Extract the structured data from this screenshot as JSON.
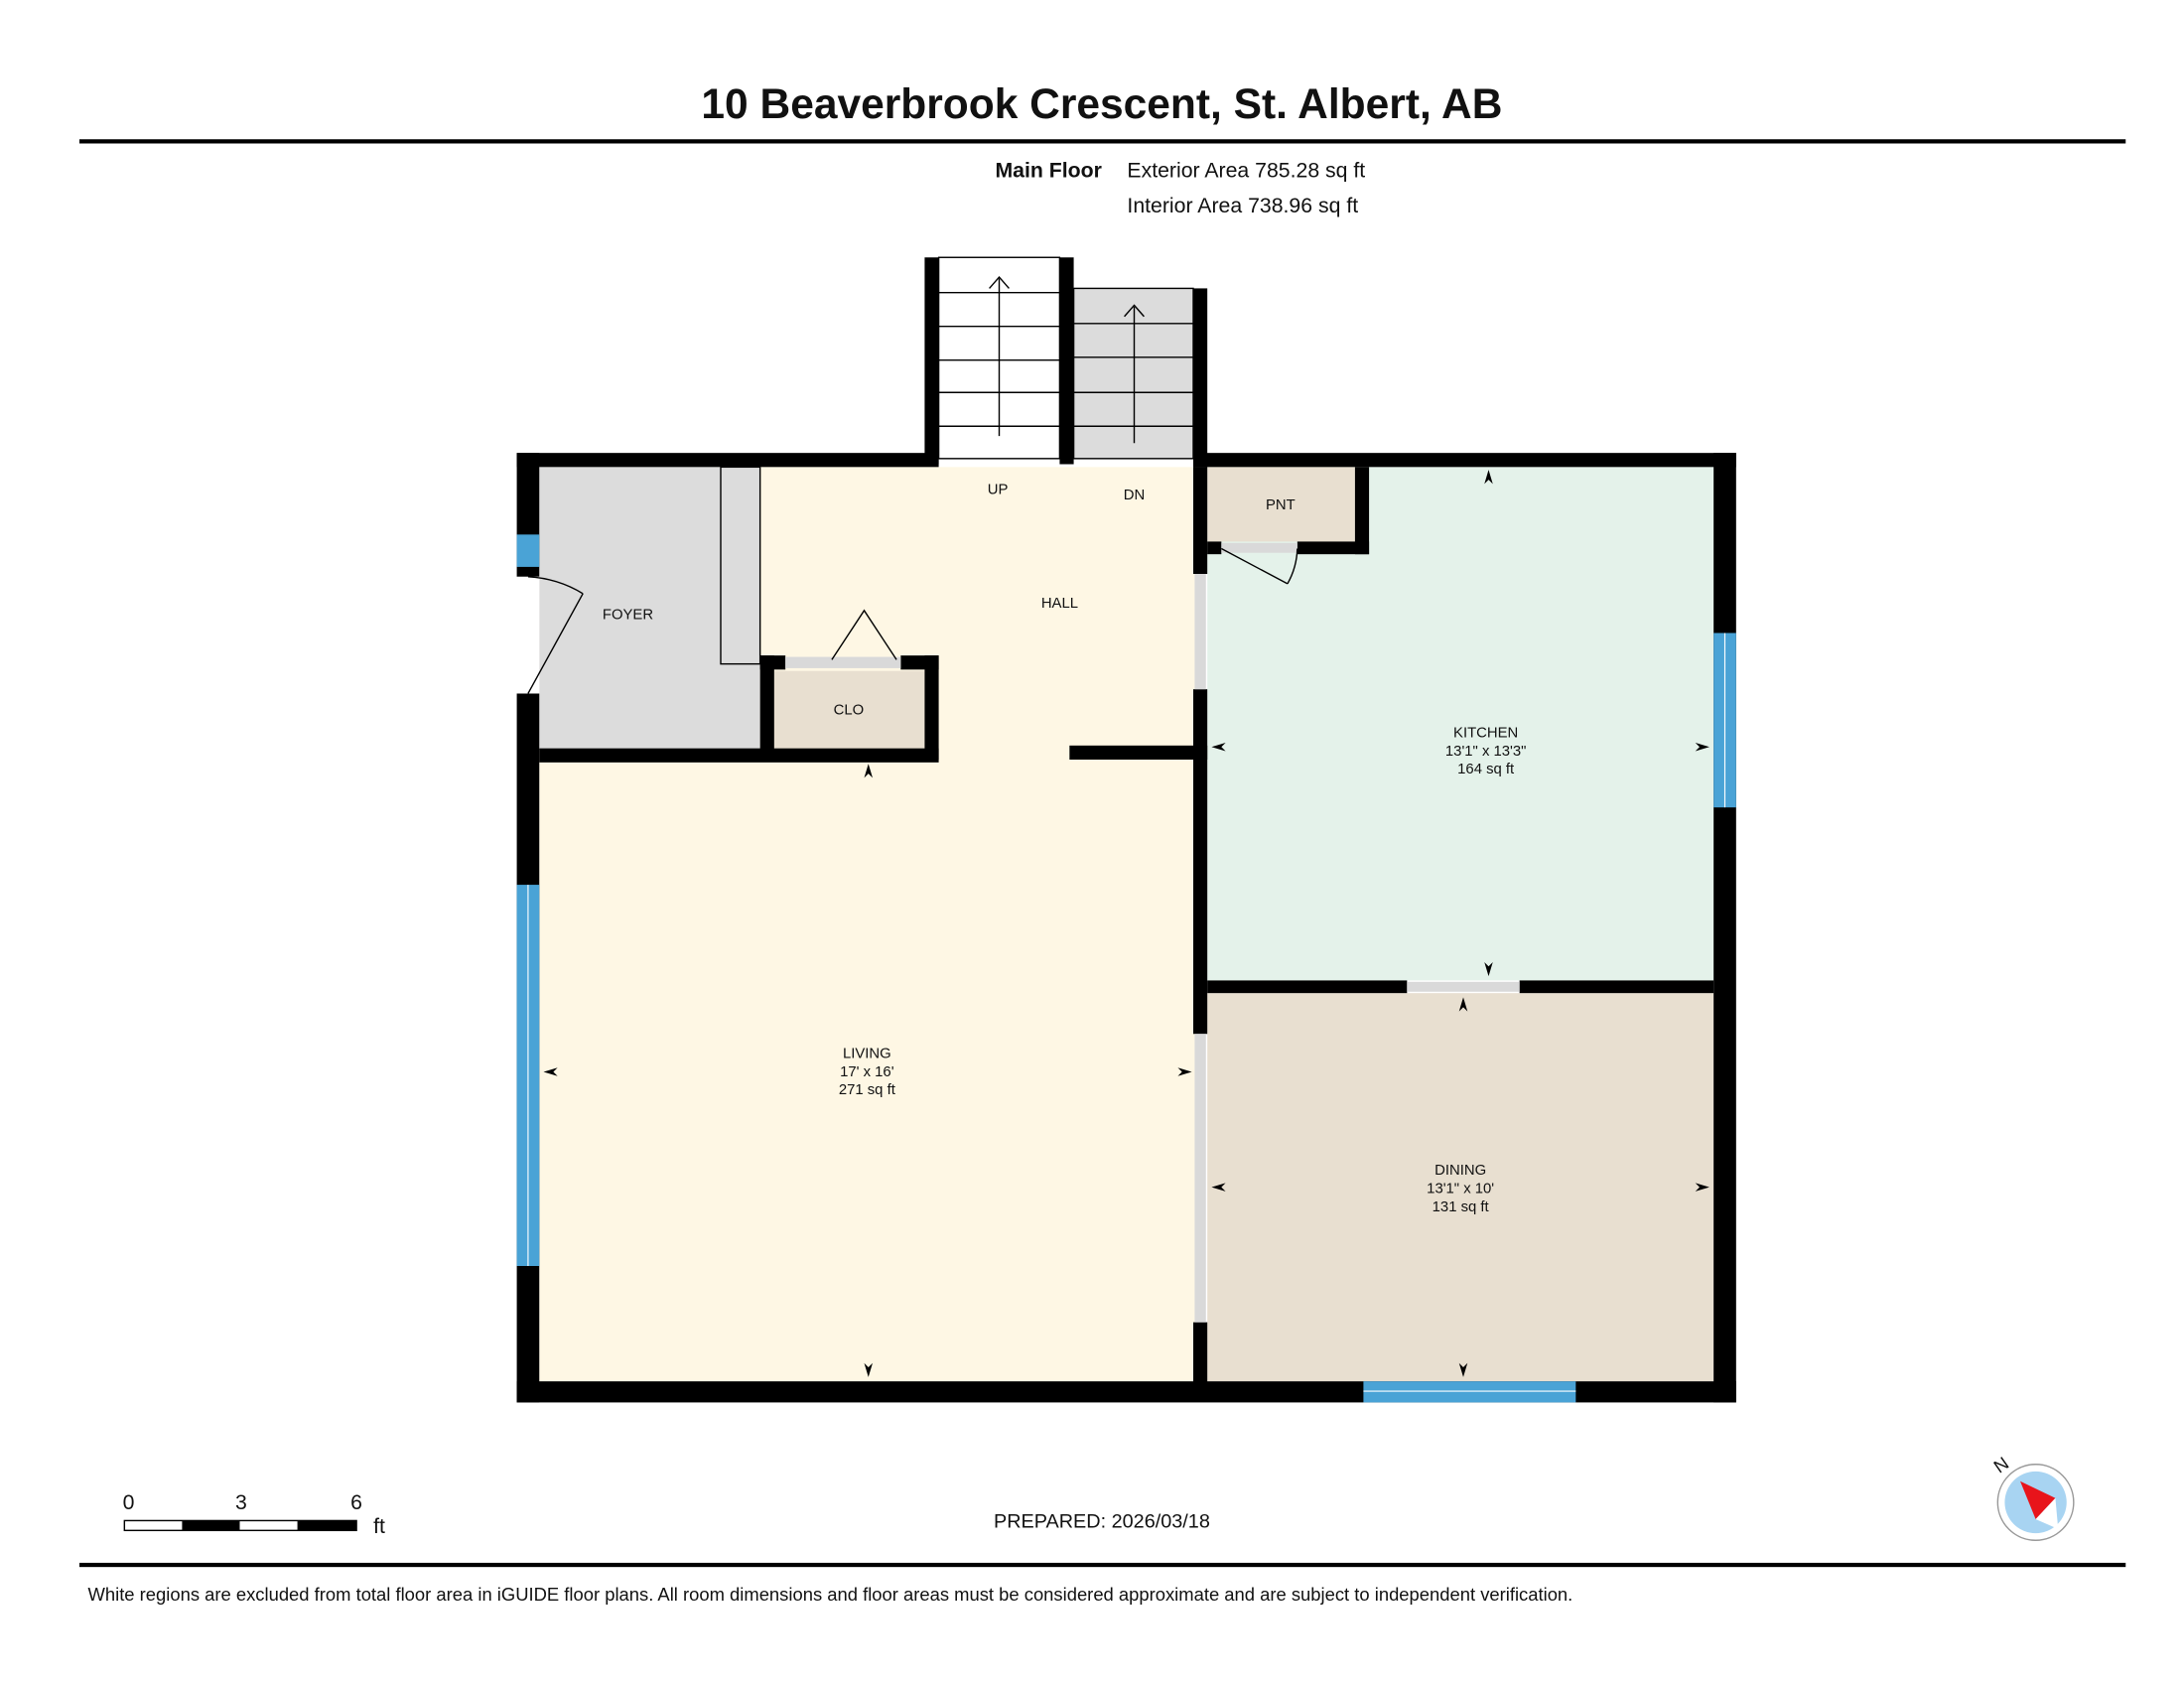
{
  "header": {
    "title": "10 Beaverbrook Crescent, St. Albert, AB",
    "floor_name": "Main Floor",
    "exterior_area": "Exterior Area 785.28 sq ft",
    "interior_area": "Interior Area 738.96 sq ft"
  },
  "rooms": {
    "foyer": {
      "name": "FOYER"
    },
    "hall": {
      "name": "HALL"
    },
    "closet": {
      "name": "CLO"
    },
    "pantry": {
      "name": "PNT"
    },
    "stairs_up": {
      "name": "UP"
    },
    "stairs_down": {
      "name": "DN"
    },
    "kitchen": {
      "name": "KITCHEN",
      "dims": "13'1\" x 13'3\"",
      "area": "164 sq ft"
    },
    "living": {
      "name": "LIVING",
      "dims": "17' x 16'",
      "area": "271 sq ft"
    },
    "dining": {
      "name": "DINING",
      "dims": "13'1\" x 10'",
      "area": "131 sq ft"
    }
  },
  "colors": {
    "hall_living": "#fef7e4",
    "kitchen": "#e4f2ea",
    "dining": "#e8dfd0",
    "foyer": "#dcdcdc",
    "window": "#4aa3d6",
    "compass_needle": "#e8141b",
    "compass_face": "#a8d4f2"
  },
  "scale_bar": {
    "ticks": [
      "0",
      "3",
      "6"
    ],
    "unit": "ft"
  },
  "compass": {
    "label": "N"
  },
  "prepared": "PREPARED: 2026/03/18",
  "footer": {
    "disclaimer": "White regions are excluded from total floor area in iGUIDE floor plans. All room dimensions and floor areas must be considered approximate and are subject to independent verification."
  }
}
